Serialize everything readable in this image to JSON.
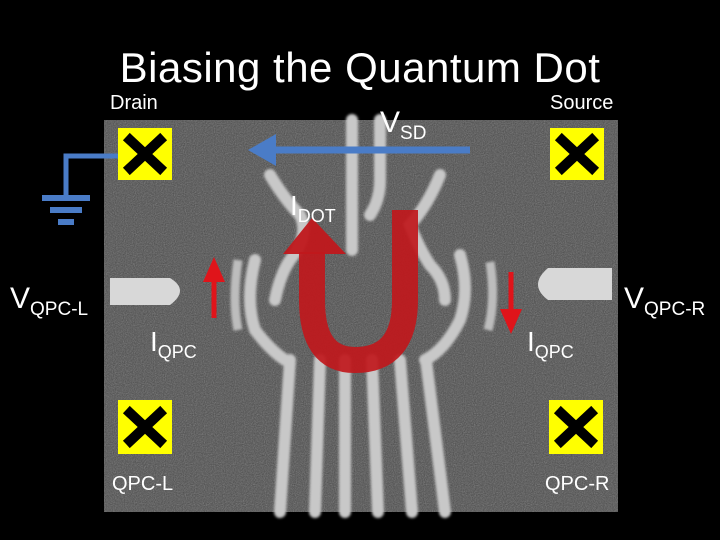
{
  "title": "Biasing the Quantum Dot",
  "labels": {
    "drain": "Drain",
    "source": "Source",
    "qpc_l_bottom": "QPC-L",
    "qpc_r_bottom": "QPC-R",
    "vsd_main": "V",
    "vsd_sub": "SD",
    "idot_main": "I",
    "idot_sub": "DOT",
    "vqpcl_main": "V",
    "vqpcl_sub": "QPC-L",
    "vqpcr_main": "V",
    "vqpcr_sub": "QPC-R",
    "iqpc_left_main": "I",
    "iqpc_left_sub": "QPC",
    "iqpc_right_main": "I",
    "iqpc_right_sub": "QPC"
  },
  "icons": [
    "x-contact-icon",
    "ground-icon",
    "arrow-icon"
  ],
  "colors": {
    "background": "#000000",
    "contact_yellow": "#ffff00",
    "vsd_arrow_blue": "#4a7cc7",
    "current_red": "#c0181c",
    "ground_blue": "#4a7cc7"
  }
}
